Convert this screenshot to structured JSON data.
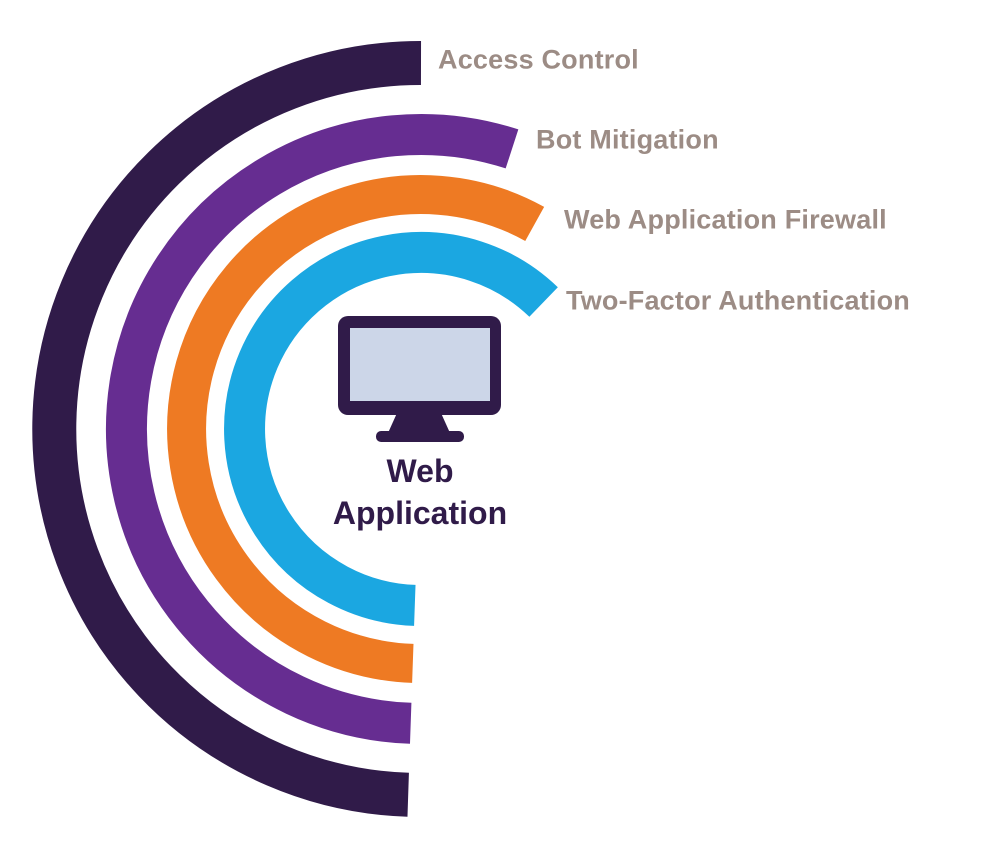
{
  "theme": {
    "background": "#ffffff",
    "label_text": "#9c8c85",
    "center_text": "#301b49"
  },
  "diagram": {
    "title_implicit": "Web application security layers",
    "rings": [
      {
        "id": "access-control",
        "label": "Access Control",
        "color": "#301b49"
      },
      {
        "id": "bot-mitigation",
        "label": "Bot Mitigation",
        "color": "#662d91"
      },
      {
        "id": "web-application-firewall",
        "label": "Web Application Firewall",
        "color": "#ee7a23"
      },
      {
        "id": "two-factor-authentication",
        "label": "Two-Factor Authentication",
        "color": "#1ba7e1"
      }
    ],
    "center": {
      "icon": "monitor-icon",
      "label_line1": "Web",
      "label_line2": "Application",
      "monitor_frame_color": "#301b49",
      "monitor_screen_color": "#ccd6e8"
    }
  }
}
